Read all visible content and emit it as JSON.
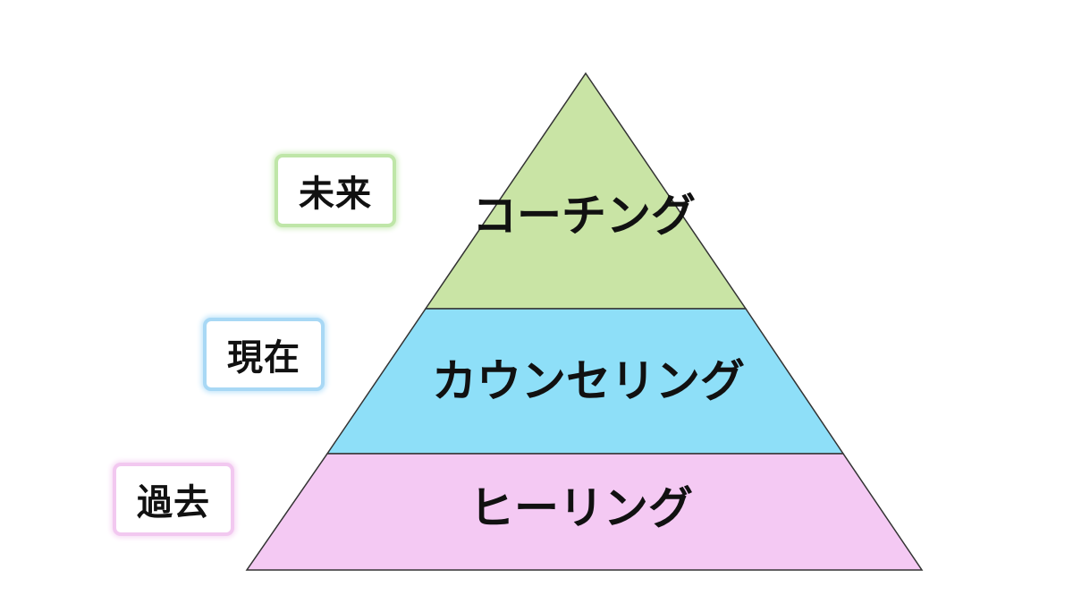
{
  "pyramid": {
    "tiers": [
      {
        "label": "コーチング",
        "color": "#c9e4a5"
      },
      {
        "label": "カウンセリング",
        "color": "#8edff8"
      },
      {
        "label": "ヒーリング",
        "color": "#f4c9f3"
      }
    ]
  },
  "time_labels": {
    "future": "未来",
    "present": "現在",
    "past": "過去"
  },
  "colors": {
    "outline": "#333333",
    "future_border": "#bfe6a8",
    "present_border": "#a8d8f5",
    "past_border": "#f2c8f0"
  }
}
